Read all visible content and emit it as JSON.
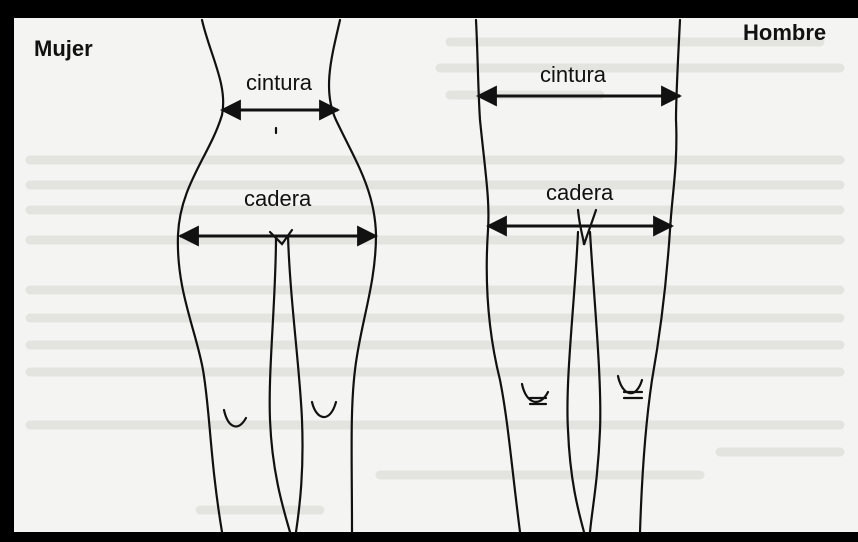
{
  "figures": {
    "woman": {
      "label": "Mujer",
      "waist_label": "cintura",
      "hip_label": "cadera"
    },
    "man": {
      "label": "Hombre",
      "waist_label": "cintura",
      "hip_label": "cadera"
    }
  },
  "colors": {
    "frame": "#000000",
    "paper": "#f4f4f2",
    "ink": "#111111",
    "faint_text": "#d7d7d3"
  }
}
